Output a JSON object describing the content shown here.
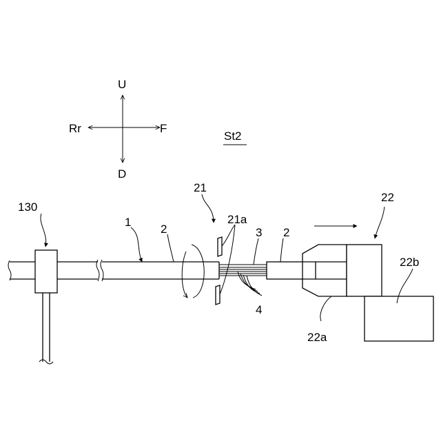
{
  "figure": {
    "step_label": "St2",
    "directions": {
      "up": "U",
      "down": "D",
      "rear": "Rr",
      "front": "F"
    },
    "labels": {
      "clamp": "130",
      "cable": "1",
      "sheath_left": "2",
      "sheath_right": "2",
      "stripper": "21",
      "blades": "21a",
      "core": "3",
      "strands": "4",
      "puller": "22",
      "grip": "22a",
      "actuator": "22b"
    }
  }
}
